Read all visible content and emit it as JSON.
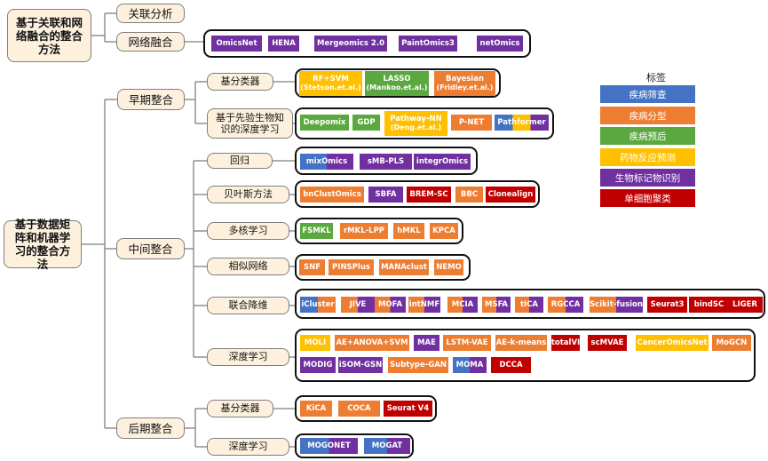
{
  "colors": {
    "blue": "#4472c4",
    "orange": "#ed7d31",
    "green": "#5aa83f",
    "yellow": "#ffc000",
    "purple": "#7030a0",
    "red": "#c00000",
    "node_fill": "#fdf1de"
  },
  "root": {
    "label": "基于数据矩阵和机器学习的整合方法"
  },
  "top": {
    "label": "基于关联和网络融合的整合方法",
    "children": [
      {
        "label": "关联分析"
      },
      {
        "label": "网络融合",
        "tools": [
          {
            "name": "OmicsNet",
            "colors": [
              "purple"
            ]
          },
          {
            "name": "HENA",
            "colors": [
              "purple"
            ]
          },
          {
            "name": "Mergeomics 2.0",
            "colors": [
              "purple"
            ]
          },
          {
            "name": "PaintOmics3",
            "colors": [
              "purple"
            ]
          },
          {
            "name": "netOmics",
            "colors": [
              "purple"
            ]
          }
        ]
      }
    ]
  },
  "stages": [
    {
      "label": "早期整合",
      "subs": [
        {
          "label": "基分类器",
          "tools": [
            {
              "name": "RF+SVM",
              "sub": "(Stetson.et.al.)",
              "colors": [
                "yellow"
              ]
            },
            {
              "name": "LASSO",
              "sub": "(Mankoo.et.al.)",
              "colors": [
                "green"
              ]
            },
            {
              "name": "Bayesian",
              "sub": "(Fridley.et.al.)",
              "colors": [
                "orange"
              ]
            }
          ]
        },
        {
          "label": "基于先验生物知识的深度学习",
          "tools": [
            {
              "name": "Deepomix",
              "colors": [
                "green"
              ]
            },
            {
              "name": "GDP",
              "colors": [
                "green"
              ]
            },
            {
              "name": "Pathway-NN",
              "sub": "(Deng.et.al.)",
              "colors": [
                "yellow"
              ]
            },
            {
              "name": "P-NET",
              "colors": [
                "orange"
              ]
            },
            {
              "name": "Pathformer",
              "colors": [
                "blue",
                "yellow",
                "purple"
              ]
            }
          ]
        }
      ]
    },
    {
      "label": "中间整合",
      "subs": [
        {
          "label": "回归",
          "tools": [
            {
              "name": "mixOmics",
              "colors": [
                "blue",
                "purple"
              ]
            },
            {
              "name": "sMB-PLS",
              "colors": [
                "purple"
              ]
            },
            {
              "name": "integrOmics",
              "colors": [
                "purple"
              ]
            }
          ]
        },
        {
          "label": "贝叶斯方法",
          "tools": [
            {
              "name": "bnClustOmics",
              "colors": [
                "orange"
              ]
            },
            {
              "name": "SBFA",
              "colors": [
                "purple"
              ]
            },
            {
              "name": "BREM-SC",
              "colors": [
                "red"
              ]
            },
            {
              "name": "BBC",
              "colors": [
                "orange"
              ]
            },
            {
              "name": "Clonealign",
              "colors": [
                "red"
              ]
            }
          ]
        },
        {
          "label": "多核学习",
          "tools": [
            {
              "name": "FSMKL",
              "colors": [
                "green"
              ]
            },
            {
              "name": "rMKL-LPP",
              "colors": [
                "orange"
              ]
            },
            {
              "name": "hMKL",
              "colors": [
                "orange"
              ]
            },
            {
              "name": "KPCA",
              "colors": [
                "orange"
              ]
            }
          ]
        },
        {
          "label": "相似网络",
          "tools": [
            {
              "name": "SNF",
              "colors": [
                "orange"
              ]
            },
            {
              "name": "PINSPlus",
              "colors": [
                "orange"
              ]
            },
            {
              "name": "MANAclust",
              "colors": [
                "orange"
              ]
            },
            {
              "name": "NEMO",
              "colors": [
                "orange"
              ]
            }
          ]
        },
        {
          "label": "联合降维",
          "tools": [
            {
              "name": "iCluster",
              "colors": [
                "blue",
                "orange"
              ]
            },
            {
              "name": "JIVE",
              "colors": [
                "orange",
                "purple"
              ]
            },
            {
              "name": "MOFA",
              "colors": [
                "orange",
                "purple"
              ]
            },
            {
              "name": "intNMF",
              "colors": [
                "orange",
                "purple"
              ]
            },
            {
              "name": "MCIA",
              "colors": [
                "orange",
                "purple"
              ]
            },
            {
              "name": "MSFA",
              "colors": [
                "orange",
                "purple"
              ]
            },
            {
              "name": "tICA",
              "colors": [
                "orange",
                "purple"
              ]
            },
            {
              "name": "RGCCA",
              "colors": [
                "orange",
                "purple"
              ]
            },
            {
              "name": "Scikit-fusion",
              "colors": [
                "orange",
                "purple"
              ]
            },
            {
              "name": "Seurat3",
              "colors": [
                "red"
              ]
            },
            {
              "name": "bindSC",
              "colors": [
                "red"
              ]
            },
            {
              "name": "LIGER",
              "colors": [
                "red"
              ]
            }
          ]
        },
        {
          "label": "深度学习",
          "tools": [
            {
              "name": "MOLI",
              "colors": [
                "yellow"
              ]
            },
            {
              "name": "AE+ANOVA+SVM",
              "colors": [
                "orange"
              ]
            },
            {
              "name": "MAE",
              "colors": [
                "purple"
              ]
            },
            {
              "name": "LSTM-VAE",
              "colors": [
                "orange"
              ]
            },
            {
              "name": "AE-k-means",
              "colors": [
                "orange"
              ]
            },
            {
              "name": "totalVI",
              "colors": [
                "red"
              ]
            },
            {
              "name": "scMVAE",
              "colors": [
                "red"
              ]
            },
            {
              "name": "CancerOmicsNet",
              "colors": [
                "yellow"
              ]
            },
            {
              "name": "MoGCN",
              "colors": [
                "orange"
              ]
            },
            {
              "name": "MODIG",
              "colors": [
                "purple"
              ]
            },
            {
              "name": "iSOM-GSN",
              "colors": [
                "purple"
              ]
            },
            {
              "name": "Subtype-GAN",
              "colors": [
                "orange"
              ]
            },
            {
              "name": "MOMA",
              "colors": [
                "blue",
                "purple"
              ]
            },
            {
              "name": "DCCA",
              "colors": [
                "red"
              ]
            }
          ]
        }
      ]
    },
    {
      "label": "后期整合",
      "subs": [
        {
          "label": "基分类器",
          "tools": [
            {
              "name": "KiCA",
              "colors": [
                "orange"
              ]
            },
            {
              "name": "COCA",
              "colors": [
                "orange"
              ]
            },
            {
              "name": "Seurat V4",
              "colors": [
                "red"
              ]
            }
          ]
        },
        {
          "label": "深度学习",
          "tools": [
            {
              "name": "MOGONET",
              "colors": [
                "blue",
                "purple"
              ]
            },
            {
              "name": "MOGAT",
              "colors": [
                "blue",
                "purple"
              ]
            }
          ]
        }
      ]
    }
  ],
  "legend": {
    "title": "标签",
    "items": [
      {
        "label": "疾病筛查",
        "color": "#4472c4"
      },
      {
        "label": "疾病分型",
        "color": "#ed7d31"
      },
      {
        "label": "疾病预后",
        "color": "#5aa83f"
      },
      {
        "label": "药物反应预测",
        "color": "#ffc000"
      },
      {
        "label": "生物标记物识别",
        "color": "#7030a0"
      },
      {
        "label": "单细胞聚类",
        "color": "#c00000"
      }
    ]
  }
}
